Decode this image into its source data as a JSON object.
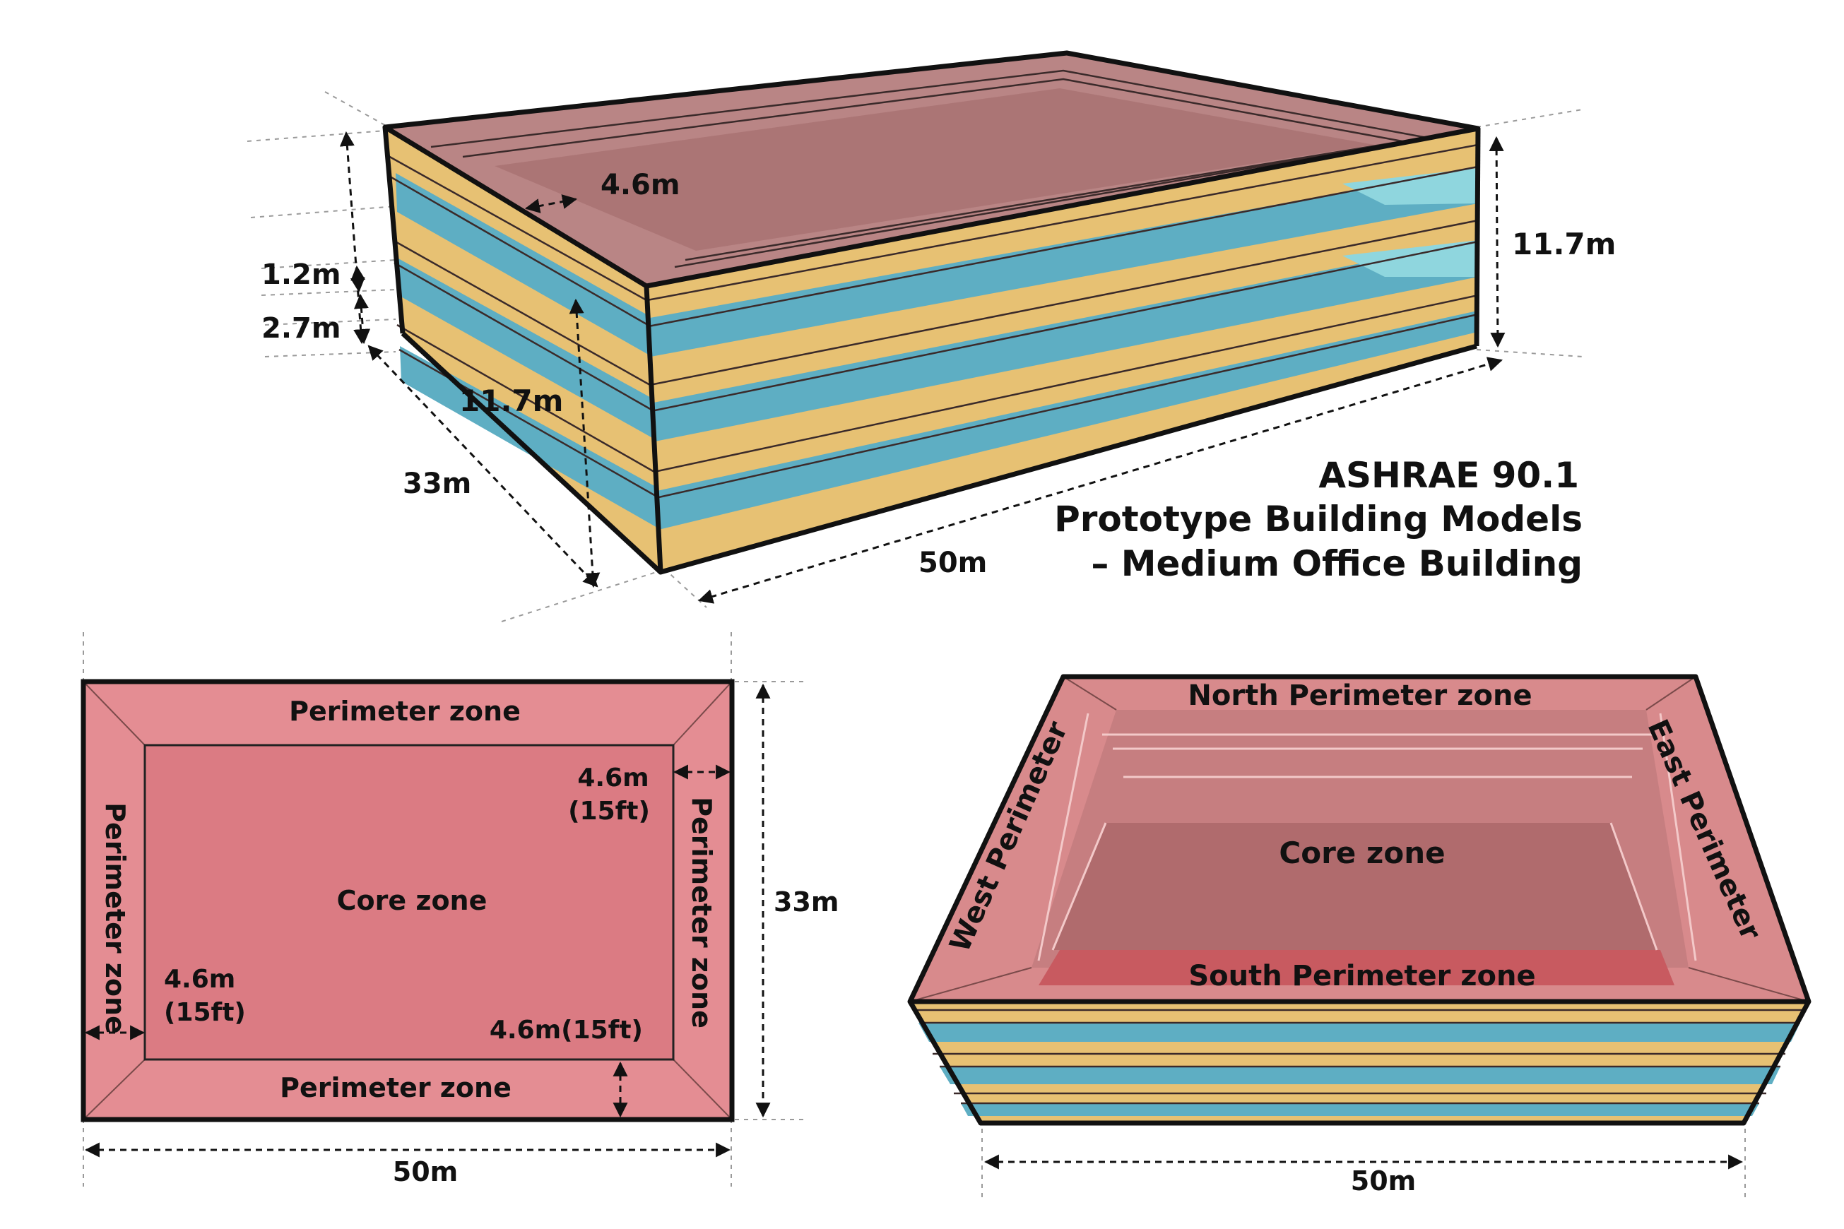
{
  "colors": {
    "band_yellow": "#e7c173",
    "band_blue": "#5eaec3",
    "band_light_blue": "#8fd6de",
    "roof_pink": "#b98585",
    "floor_pink": "#e48d93",
    "core_pink": "#db7b83",
    "outline": "#111111"
  },
  "icons": [
    "dimension-arrow-icon"
  ],
  "building_3d": {
    "title_line1": "ASHRAE 90.1",
    "title_line2": "Prototype Building Models",
    "title_line3": "– Medium Office Building",
    "dim_perimeter_depth": "4.6m",
    "dim_height_right": "11.7m",
    "dim_height_front": "11.7m",
    "dim_window": "1.2m",
    "dim_floor": "2.7m",
    "dim_width": "33m",
    "dim_length": "50m"
  },
  "floor_plan": {
    "perimeter_top": "Perimeter zone",
    "perimeter_bottom": "Perimeter zone",
    "perimeter_left": "Perimeter zone",
    "perimeter_right": "Perimeter zone",
    "core": "Core zone",
    "depth_top_right_m": "4.6m",
    "depth_top_right_ft": "(15ft)",
    "depth_left_m": "4.6m",
    "depth_left_ft": "(15ft)",
    "depth_bottom": "4.6m(15ft)",
    "dim_width": "33m",
    "dim_length": "50m"
  },
  "zone_model": {
    "north": "North Perimeter zone",
    "south": "South Perimeter zone",
    "west": "West Perimeter",
    "east": "East Perimeter",
    "core": "Core zone",
    "dim_length": "50m"
  }
}
